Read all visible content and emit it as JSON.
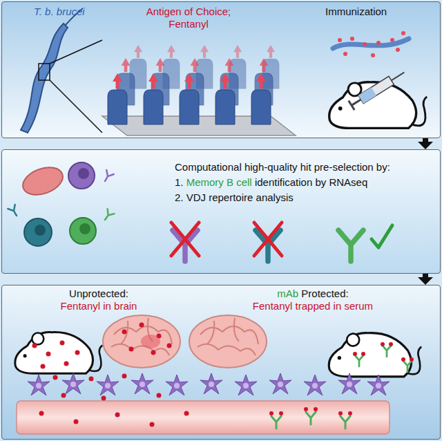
{
  "diagram": {
    "nodes": [
      {
        "text": [
          "T. b. brucei",
          "Antigen of Choice;",
          "Fentanyl",
          "Immunization"
        ]
      },
      {
        "text": [
          "Computational high-quality hit pre-selection by:",
          "1.",
          "Memory B cell",
          "identification by RNAseq",
          "2. VDJ repertoire analysis"
        ]
      },
      {
        "text": [
          "Unprotected:",
          "Fentanyl in brain",
          "mAb",
          "Protected:",
          "Fentanyl trapped in serum"
        ]
      }
    ],
    "edges": [
      {
        "from": 0,
        "to": 1,
        "arrow": "to"
      },
      {
        "from": 1,
        "to": 2,
        "arrow": "to"
      }
    ]
  }
}
